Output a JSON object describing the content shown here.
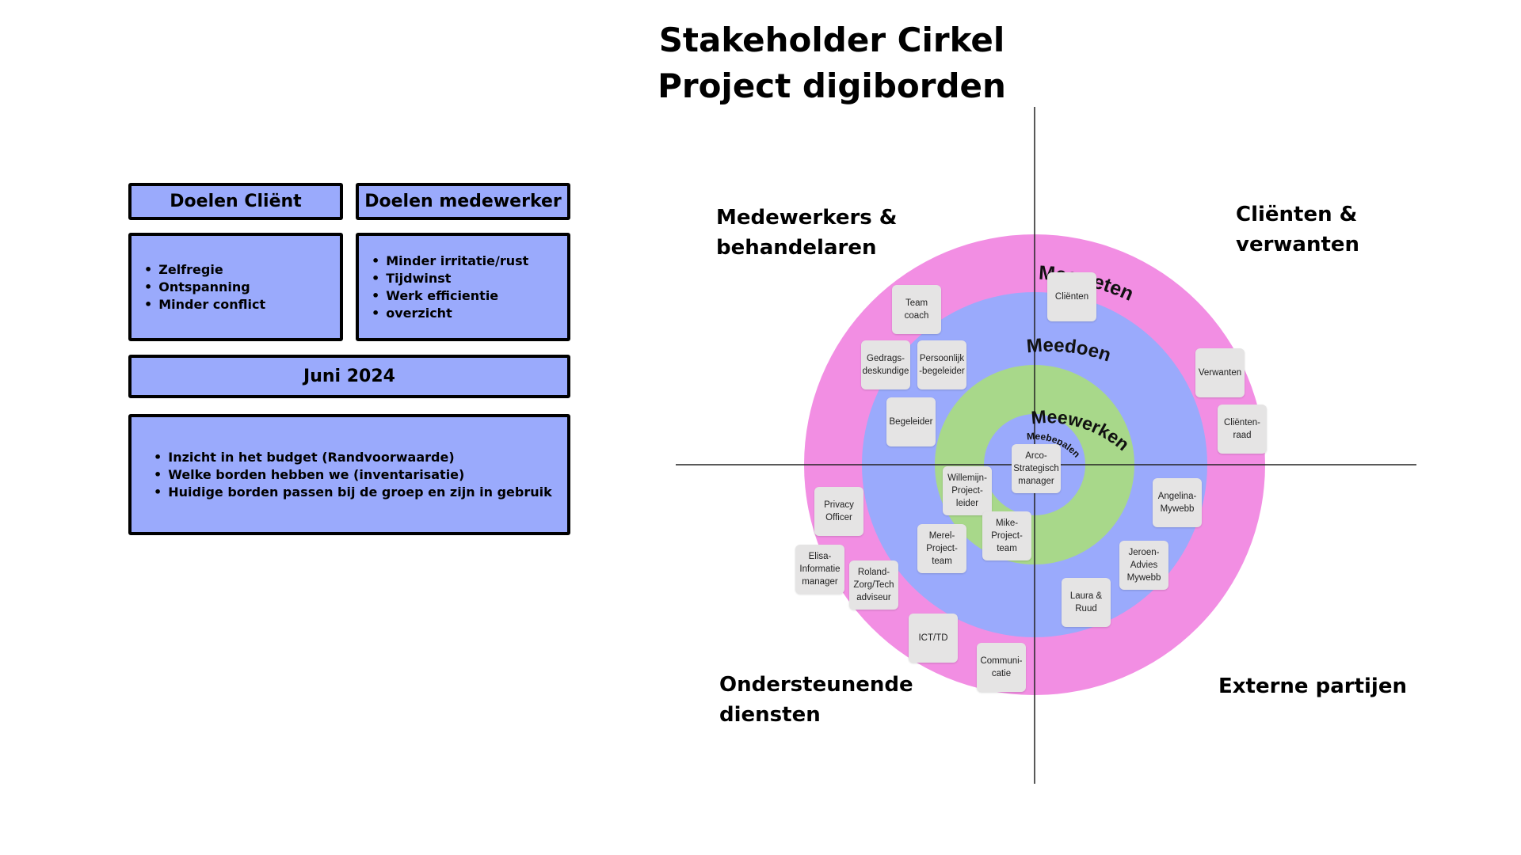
{
  "title": {
    "line1": "Stakeholder Cirkel",
    "line2": "Project digiborden"
  },
  "goals": {
    "client_header": "Doelen Cliënt",
    "employee_header": "Doelen medewerker",
    "client_items": [
      "Zelfregie",
      "Ontspanning",
      "Minder conflict"
    ],
    "employee_items": [
      "Minder irritatie/rust",
      "Tijdwinst",
      "Werk efficientie",
      "overzicht"
    ],
    "date": "Juni 2024",
    "tasks": [
      "Inzicht in het budget (Randvoorwaarde)",
      "Welke borden hebben we (inventarisatie)",
      "Huidige borden passen bij de groep en zijn in gebruik"
    ]
  },
  "quadrants": {
    "top_left": {
      "line1": "Medewerkers &",
      "line2": "behandelaren"
    },
    "top_right": {
      "line1": "Cliënten &",
      "line2": "verwanten"
    },
    "bottom_left": {
      "line1": "Ondersteunende",
      "line2": "diensten"
    },
    "bottom_right": {
      "line1": "Externe partijen"
    }
  },
  "rings": {
    "meeweten": "Meeweten",
    "meedoen": "Meedoen",
    "meewerken": "Meewerken",
    "meebepalen": "Meebepalen",
    "colors": {
      "meeweten": "#f28ee3",
      "meedoen": "#9aaafc",
      "meewerken": "#a8d88a",
      "meebepalen": "#9aaafc"
    }
  },
  "stakeholders": {
    "team_coach": "Team\ncoach",
    "clienten": "Cliënten",
    "gedragsdeskundige": "Gedrags-\ndeskundige",
    "persoonlijk_begeleider": "Persoonlijk\n-begeleider",
    "verwanten": "Verwanten",
    "begeleider": "Begeleider",
    "clientenraad": "Cliënten-\nraad",
    "arco": "Arco-\nStrategisch\nmanager",
    "willemijn": "Willemijn-\nProject-\nleider",
    "angelina": "Angelina-\nMywebb",
    "privacy_officer": "Privacy\nOfficer",
    "mike": "Mike-\nProject-\nteam",
    "merel": "Merel-\nProject-\nteam",
    "jeroen": "Jeroen-\nAdvies\nMywebb",
    "elisa": "Elisa-\nInformatie\nmanager",
    "roland": "Roland-\nZorg/Tech\nadviseur",
    "laura_ruud": "Laura &\nRuud",
    "ict_td": "ICT/TD",
    "communicatie": "Communi-\ncatie"
  }
}
